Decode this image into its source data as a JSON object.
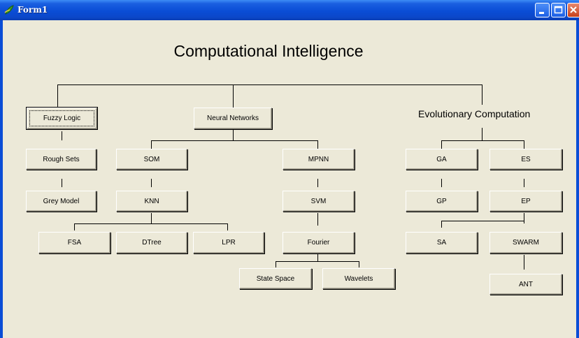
{
  "window": {
    "title": "Form1",
    "app_icon": "leaf-icon"
  },
  "heading": "Computational Intelligence",
  "buttons": {
    "fuzzy_logic": "Fuzzy Logic",
    "neural_networks": "Neural Networks",
    "rough_sets": "Rough Sets",
    "grey_model": "Grey Model",
    "som": "SOM",
    "knn": "KNN",
    "fsa": "FSA",
    "dtree": "DTree",
    "lpr": "LPR",
    "mpnn": "MPNN",
    "svm": "SVM",
    "fourier": "Fourier",
    "state_space": "State Space",
    "wavelets": "Wavelets",
    "ga": "GA",
    "es": "ES",
    "gp": "GP",
    "ep": "EP",
    "sa": "SA",
    "swarm": "SWARM",
    "ant": "ANT"
  },
  "labels": {
    "evolutionary": "Evolutionary Computation"
  }
}
